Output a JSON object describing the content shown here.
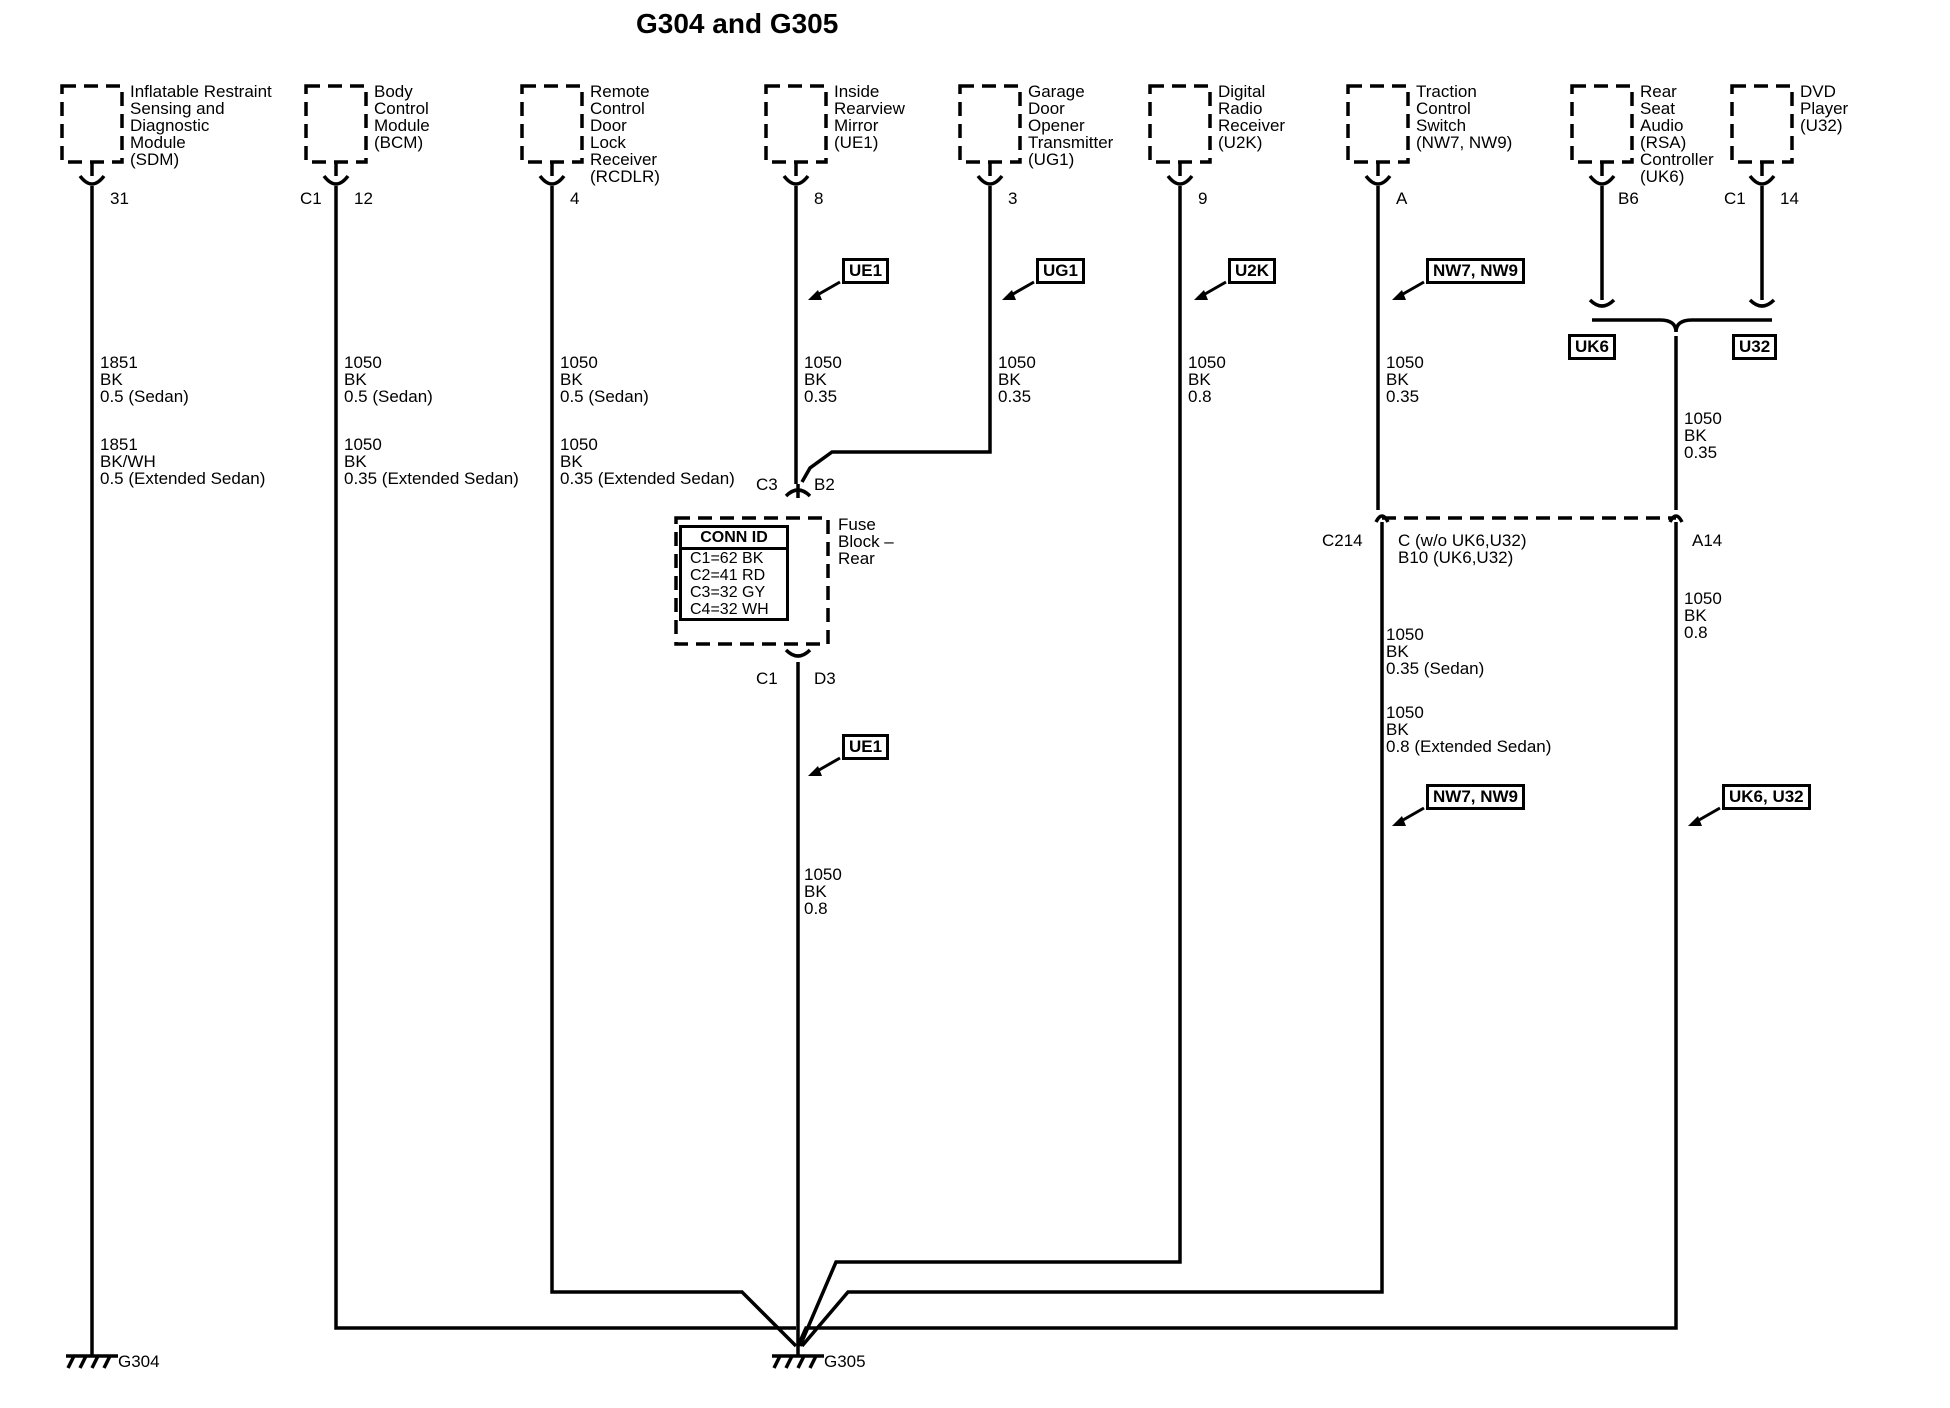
{
  "title": "G304 and G305",
  "components": {
    "sdm": [
      "Inflatable Restraint",
      "Sensing and",
      "Diagnostic",
      "Module",
      "(SDM)"
    ],
    "bcm": [
      "Body",
      "Control",
      "Module",
      "(BCM)"
    ],
    "rcdlr": [
      "Remote",
      "Control",
      "Door",
      "Lock",
      "Receiver",
      "(RCDLR)"
    ],
    "ue1": [
      "Inside",
      "Rearview",
      "Mirror",
      "(UE1)"
    ],
    "ug1": [
      "Garage",
      "Door",
      "Opener",
      "Transmitter",
      "(UG1)"
    ],
    "u2k": [
      "Digital",
      "Radio",
      "Receiver",
      "(U2K)"
    ],
    "tcs": [
      "Traction",
      "Control",
      "Switch",
      "(NW7, NW9)"
    ],
    "rsa": [
      "Rear",
      "Seat",
      "Audio",
      "(RSA)",
      "Controller",
      "(UK6)"
    ],
    "dvd": [
      "DVD",
      "Player",
      "(U32)"
    ]
  },
  "pins": {
    "sdm": "31",
    "bcm_conn": "C1",
    "bcm": "12",
    "rcdlr": "4",
    "ue1": "8",
    "ug1": "3",
    "u2k": "9",
    "tcs": "A",
    "rsa": "B6",
    "dvd_conn": "C1",
    "dvd": "14"
  },
  "wires": {
    "sdm_a": [
      "1851",
      "BK",
      "0.5 (Sedan)"
    ],
    "sdm_b": [
      "1851",
      "BK/WH",
      "0.5 (Extended Sedan)"
    ],
    "bcm_a": [
      "1050",
      "BK",
      "0.5 (Sedan)"
    ],
    "bcm_b": [
      "1050",
      "BK",
      "0.35 (Extended Sedan)"
    ],
    "rcdlr_a": [
      "1050",
      "BK",
      "0.5 (Sedan)"
    ],
    "rcdlr_b": [
      "1050",
      "BK",
      "0.35 (Extended Sedan)"
    ],
    "ue1": [
      "1050",
      "BK",
      "0.35"
    ],
    "ug1": [
      "1050",
      "BK",
      "0.35"
    ],
    "u2k": [
      "1050",
      "BK",
      "0.8"
    ],
    "tcs": [
      "1050",
      "BK",
      "0.35"
    ],
    "rsa_dvd": [
      "1050",
      "BK",
      "0.35"
    ],
    "fuse_out": [
      "1050",
      "BK",
      "0.8"
    ],
    "c214_a": [
      "1050",
      "BK",
      "0.35 (Sedan)"
    ],
    "c214_b": [
      "1050",
      "BK",
      "0.8 (Extended Sedan)"
    ],
    "a14_out": [
      "1050",
      "BK",
      "0.8"
    ]
  },
  "options": {
    "ue1_top": "UE1",
    "ug1": "UG1",
    "u2k": "U2K",
    "nw_top": "NW7, NW9",
    "uk6": "UK6",
    "u32": "U32",
    "ue1_bottom": "UE1",
    "nw_bottom": "NW7, NW9",
    "uk6_u32": "UK6, U32"
  },
  "fuse_block": {
    "conn_top": "C3",
    "pin_top": "B2",
    "conn_bottom": "C1",
    "pin_bottom": "D3",
    "name": [
      "Fuse",
      "Block –",
      "Rear"
    ],
    "conn_id_header": "CONN ID",
    "conn_id": [
      "C1=62 BK",
      "C2=41 RD",
      "C3=32 GY",
      "C4=32 WH"
    ]
  },
  "c214": {
    "name": "C214",
    "pin_left": [
      "C (w/o UK6,U32)",
      "B10 (UK6,U32)"
    ],
    "pin_right": "A14"
  },
  "grounds": {
    "g304": "G304",
    "g305": "G305"
  }
}
